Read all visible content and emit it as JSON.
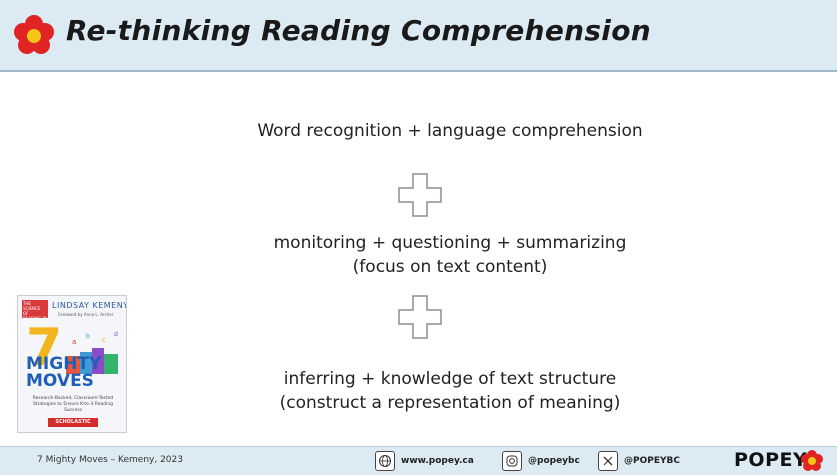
{
  "header": {
    "title": "Re-thinking Reading Comprehension",
    "logo_icon": "flower-icon"
  },
  "content": {
    "line1": "Word recognition + language comprehension",
    "line2": "monitoring + questioning + summarizing",
    "line3": "(focus on text content)",
    "line4": "inferring + knowledge of text structure",
    "line5": "(construct a representation of meaning)",
    "plus_icon": "plus-outline-icon"
  },
  "book": {
    "corner_label": "THE SCIENCE OF READING IN PRACTICE",
    "author": "LINDSAY KEMENY",
    "foreword": "Foreword by Anna L. Archer",
    "number": "7",
    "title_line1": "MIGHTY",
    "title_line2": "MOVES",
    "subtitle": "Research-Backed, Classroom-Tested Strategies to Ensure K-to-3 Reading Success",
    "publisher": "SCHOLASTIC"
  },
  "footer": {
    "credit": "7 Mighty Moves – Kemeny, 2023",
    "website": "www.popey.ca",
    "instagram": "@popeybc",
    "x_handle": "@POPEYBC",
    "brand": "POPEY",
    "icons": [
      "globe-icon",
      "instagram-icon",
      "x-icon",
      "flower-icon"
    ]
  },
  "colors": {
    "band": "#dcebf3",
    "flower_petal": "#e02424",
    "flower_center": "#f5c518",
    "text": "#222222"
  }
}
